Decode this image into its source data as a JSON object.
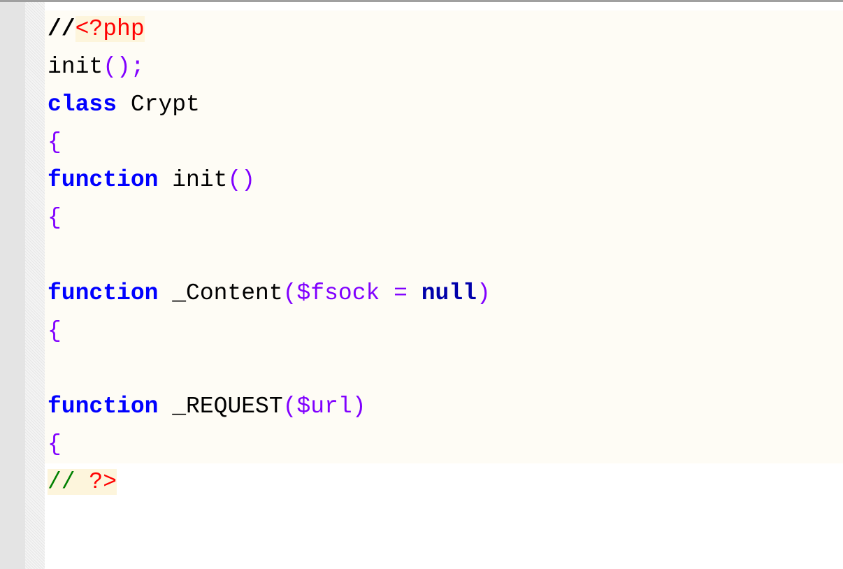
{
  "editor": {
    "lines": [
      {
        "comment": "//",
        "tag_open": "<?php"
      },
      {
        "name": "init",
        "punc": "();"
      },
      {
        "keyword": "class",
        "name": " Crypt"
      },
      {
        "brace": "{"
      },
      {
        "keyword": "function",
        "name": " init",
        "punc": "()"
      },
      {
        "brace": "{"
      },
      {
        "keyword": "function",
        "name": " _Content",
        "punc_open": "(",
        "var": "$fsock",
        "op": " = ",
        "null": "null",
        "punc_close": ")"
      },
      {
        "brace": "{"
      },
      {
        "keyword": "function",
        "name": " _REQUEST",
        "punc_open": "(",
        "var": "$url",
        "punc_close": ")"
      },
      {
        "brace": "{"
      },
      {
        "comment": "//",
        "space": " ",
        "tag_close": "?>"
      }
    ]
  },
  "colors": {
    "keyword": "#0000ff",
    "operator": "#8000ff",
    "php_tag": "#ff0000",
    "comment": "#008000",
    "line_background": "#fefcf5"
  }
}
